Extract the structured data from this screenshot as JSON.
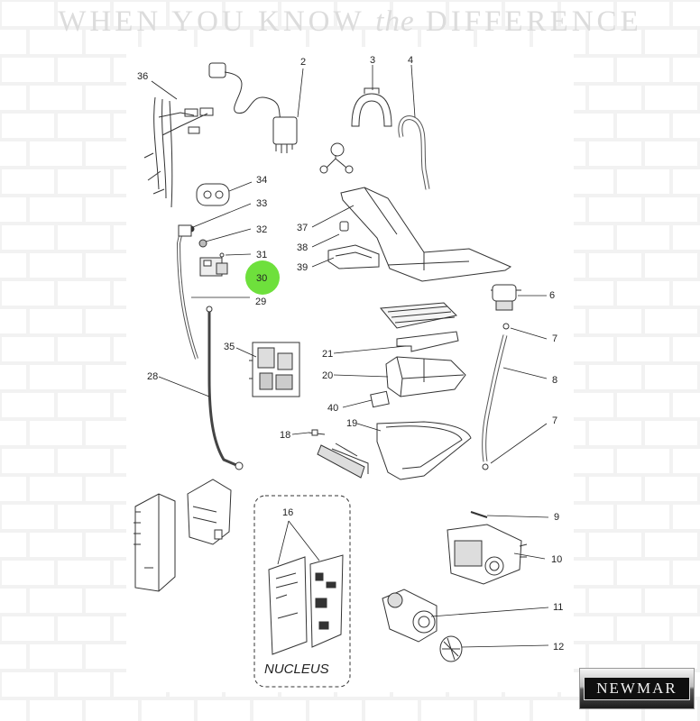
{
  "banner": {
    "part1": "WHEN YOU KNOW",
    "part2": "the",
    "part3": "DIFFERENCE"
  },
  "highlight_color": "#6ee03c",
  "callouts": {
    "p2": "2",
    "p3": "3",
    "p4": "4",
    "p36": "36",
    "p34": "34",
    "p33": "33",
    "p32": "32",
    "p31": "31",
    "p30": "30",
    "p29": "29",
    "p37": "37",
    "p38": "38",
    "p39": "39",
    "p6": "6",
    "p7a": "7",
    "p8": "8",
    "p7b": "7",
    "p21": "21",
    "p20": "20",
    "p35": "35",
    "p28": "28",
    "p40": "40",
    "p19": "19",
    "p18": "18",
    "p16": "16",
    "p9": "9",
    "p10": "10",
    "p11": "11",
    "p12": "12"
  },
  "highlighted_part": "30",
  "nucleus_label": "NUCLEUS",
  "logo_text": "NEWMAR"
}
